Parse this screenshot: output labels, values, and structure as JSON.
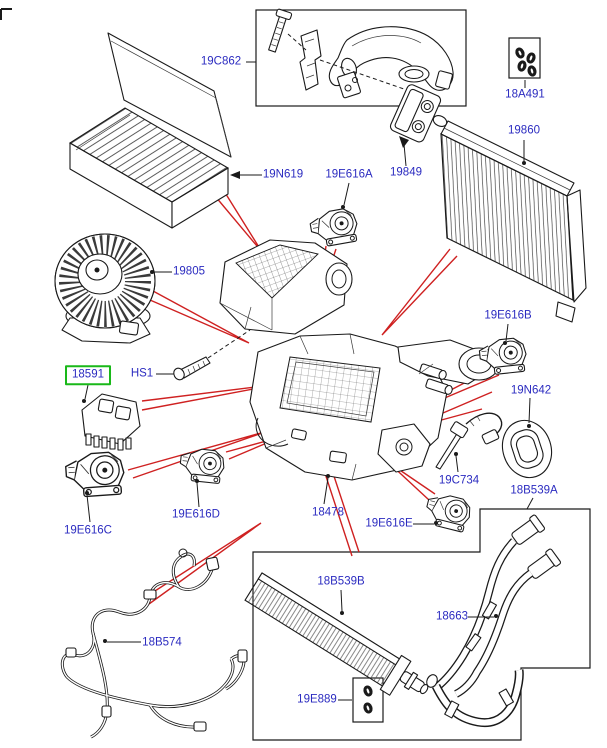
{
  "labels": {
    "l19c862": "19C862",
    "l18a491": "18A491",
    "l19860": "19860",
    "l19n619": "19N619",
    "l19e616a": "19E616A",
    "l19849": "19849",
    "l19805": "19805",
    "l19e616b": "19E616B",
    "l19n642": "19N642",
    "l18591": "18591",
    "lhs1": "HS1",
    "l19e616c": "19E616C",
    "l19e616d": "19E616D",
    "l18478": "18478",
    "l19c734": "19C734",
    "l19e616e": "19E616E",
    "l18b539a": "18B539A",
    "l18663": "18663",
    "l18b539b": "18B539B",
    "l19e889": "19E889",
    "l18b574": "18B574"
  },
  "highlighted_part": "18591",
  "colors": {
    "label_text": "#2B2BC0",
    "leader_line": "#CF2121",
    "highlight_box": "#19B819",
    "line_art": "#1A1A1A",
    "background": "#FFFFFF"
  }
}
